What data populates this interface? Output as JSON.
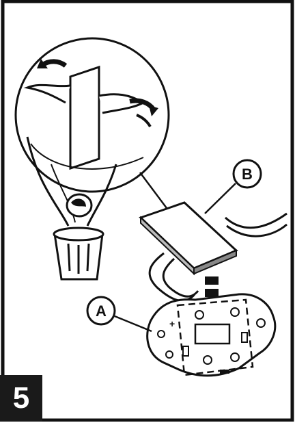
{
  "step_number": "5",
  "callouts": {
    "a_label": "A",
    "b_label": "B"
  },
  "icons": [
    "peel-backing-sheet-icon",
    "trash-bin-icon",
    "adhesive-pad-icon",
    "device-board-icon",
    "insert-arrow-icon"
  ],
  "colors": {
    "ink": "#111111",
    "paper": "#ffffff",
    "step_box": "#1a1a1a"
  }
}
